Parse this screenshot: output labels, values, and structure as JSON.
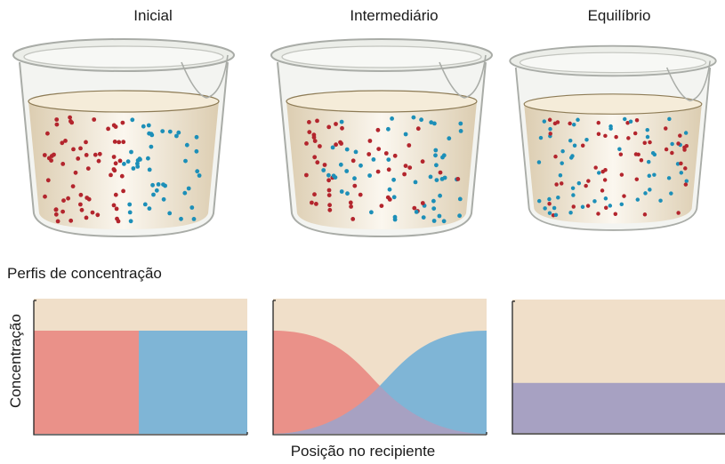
{
  "stages": [
    {
      "label": "Inicial"
    },
    {
      "label": "Intermediário"
    },
    {
      "label": "Equilíbrio"
    }
  ],
  "section_title": "Perfis de concentração",
  "y_axis_label": "Concentração",
  "x_axis_label": "Posição no recipiente",
  "colors": {
    "red_particle": "#b3252d",
    "blue_particle": "#1c8fb8",
    "liquid": "#ede3cf",
    "background_panel": "#f0dfc9",
    "red_region": "#ea9189",
    "blue_region": "#7fb5d6",
    "overlap_region": "#a7a1c2",
    "glass_outline": "#a9aca7"
  }
}
